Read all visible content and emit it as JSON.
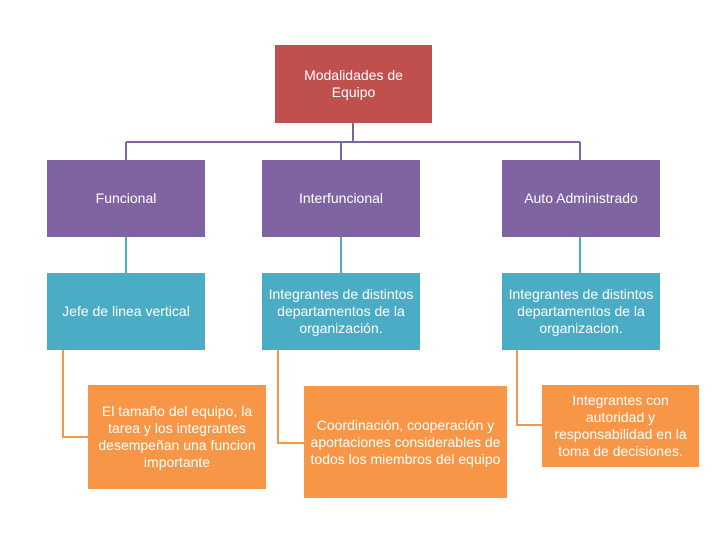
{
  "diagram": {
    "root": {
      "label": "Modalidades de Equipo"
    },
    "branches": [
      {
        "type": "Funcional",
        "description": "Jefe de linea vertical",
        "detail": "El tamaño del equipo, la tarea y los integrantes desempeñan una funcion importante"
      },
      {
        "type": "Interfuncional",
        "description": "Integrantes de distintos departamentos de la organización.",
        "detail": "Coordinación, cooperación y aportaciones considerables de todos los miembros del equipo"
      },
      {
        "type": "Auto Administrado",
        "description": "Integrantes de distintos departamentos de la organizacion.",
        "detail": "Integrantes con autoridad y responsabilidad  en la toma de decisiones."
      }
    ],
    "colors": {
      "root": "#c0504d",
      "type": "#8064a2",
      "description": "#4bacc6",
      "detail": "#f79646",
      "connector_purple": "#8064a2",
      "connector_blue": "#4bacc6",
      "connector_orange": "#f79646"
    }
  }
}
